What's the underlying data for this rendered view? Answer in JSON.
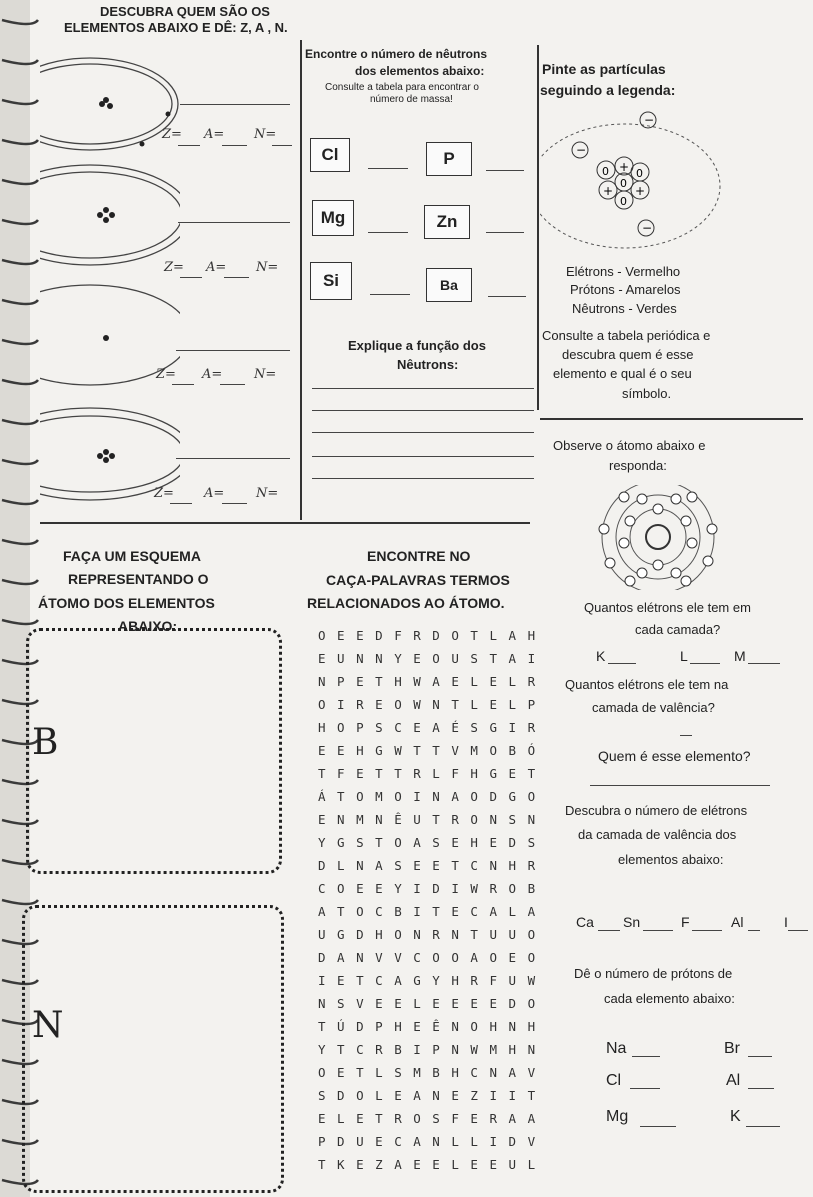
{
  "left": {
    "title_line1": "DESCUBRA QUEM SÃO OS",
    "title_line2": "ELEMENTOS ABAIXO E DÊ: Z, A , N.",
    "z_label": "Z=",
    "a_label": "A=",
    "n_label": "N="
  },
  "neutrons_section": {
    "title_line1": "Encontre o número de nêutrons",
    "title_line2": "dos elementos abaixo:",
    "note_line1": "Consulte a tabela para encontrar o",
    "note_line2": "número de massa!",
    "elements": [
      "Cl",
      "P",
      "Mg",
      "Zn",
      "Si",
      "Ba"
    ],
    "explain_line1": "Explique a função dos",
    "explain_line2": "Nêutrons:"
  },
  "legend_section": {
    "title_line1": "Pinte as partículas",
    "title_line2": "seguindo a legenda:",
    "electrons": "Elétrons - Vermelho",
    "protons": "Prótons - Amarelos",
    "neutrons": "Nêutrons - Verdes",
    "consult_line1": "Consulte a tabela periódica e",
    "consult_line2": "descubra quem é esse",
    "consult_line3": "elemento e qual é o seu",
    "consult_line4": "símbolo."
  },
  "observe_section": {
    "title_line1": "Observe o átomo abaixo e",
    "title_line2": "responda:",
    "q1": "Quantos elétrons ele tem em",
    "q1b": "cada camada?",
    "shells": [
      "K",
      "L",
      "M"
    ],
    "q2": "Quantos elétrons ele tem na",
    "q2b": "camada de valência?",
    "q3": "Quem é esse elemento?"
  },
  "valence_section": {
    "title_line1": "Descubra o número de elétrons",
    "title_line2": "da camada de valência dos",
    "title_line3": "elementos abaixo:",
    "elements": [
      "Ca",
      "Sn",
      "F",
      "Al",
      "I"
    ]
  },
  "protons_section": {
    "title_line1": "Dê o número de prótons de",
    "title_line2": "cada elemento abaixo:",
    "elements": [
      "Na",
      "Br",
      "Cl",
      "Al",
      "Mg",
      "K"
    ]
  },
  "scheme_section": {
    "title_line1": "FAÇA UM ESQUEMA",
    "title_line2": "REPRESENTANDO O",
    "title_line3": "ÁTOMO DOS ELEMENTOS",
    "title_line4": "ABAIXO:",
    "box1_letter": "B",
    "box2_letter": "N"
  },
  "wordsearch": {
    "title_line1": "ENCONTRE NO",
    "title_line2": "CAÇA-PALAVRAS TERMOS",
    "title_line3": "RELACIONADOS AO ÁTOMO.",
    "rows": [
      "O E E D F R D O T L A H",
      "E U N N Y E O U S T A I",
      "N P E T H W A E L E L R",
      "O I R E O W N T L E L P",
      "H O P S C E A É S G I R",
      "E E H G W T T V M O B Ó",
      "T F E T T R L F H G E T",
      "Á T O M O I N A O D G O",
      "E N M N Ê U T R O N S N",
      "Y G S T O A S E H E D S",
      "D L N A S E E T C N H R",
      "C O E E Y I D I W R O B",
      "A T O C B I T E C A L A",
      "U G D H O N R N T U U O",
      "D A N V V C O O A O E O",
      "I E T C A G Y H R F U W",
      "N S V E E L E E E E D O",
      "T Ú D P H E Ê N O H N H",
      "Y T C R B I P N W M H N",
      "O E T L S M B H C N A V",
      "S D O L E A N E Z I I T",
      "E L E T R O S F E R A A",
      "P D U E C A N L L I D V",
      "T K E Z A E E L E E U L"
    ]
  },
  "colors": {
    "paper": "#f3f2ef",
    "ink": "#222222"
  }
}
